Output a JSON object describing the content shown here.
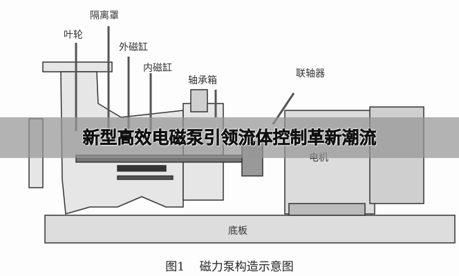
{
  "title": "新型高效电磁泵引领流体控制革新潮流",
  "labels": {
    "isolation_cover": "隔离罩",
    "impeller": "叶轮",
    "outer_magnet": "外磁缸",
    "inner_magnet": "内磁缸",
    "bearing_box": "轴承箱",
    "coupling": "联轴器",
    "motor": "电机",
    "base_plate": "底板"
  },
  "caption": {
    "figure_no": "图1",
    "text": "磁力泵构造示意图"
  }
}
